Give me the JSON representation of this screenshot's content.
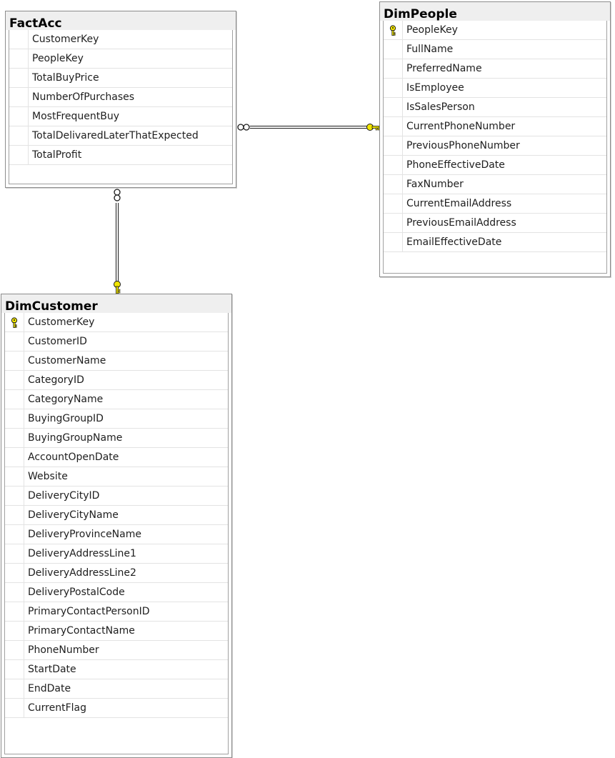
{
  "tables": {
    "factacc": {
      "title": "FactAcc",
      "columns": [
        {
          "name": "CustomerKey",
          "pk": false
        },
        {
          "name": "PeopleKey",
          "pk": false
        },
        {
          "name": "TotalBuyPrice",
          "pk": false
        },
        {
          "name": "NumberOfPurchases",
          "pk": false
        },
        {
          "name": "MostFrequentBuy",
          "pk": false
        },
        {
          "name": "TotalDelivaredLaterThatExpected",
          "pk": false
        },
        {
          "name": "TotalProfit",
          "pk": false
        }
      ]
    },
    "dimpeople": {
      "title": "DimPeople",
      "columns": [
        {
          "name": "PeopleKey",
          "pk": true
        },
        {
          "name": "FullName",
          "pk": false
        },
        {
          "name": "PreferredName",
          "pk": false
        },
        {
          "name": "IsEmployee",
          "pk": false
        },
        {
          "name": "IsSalesPerson",
          "pk": false
        },
        {
          "name": "CurrentPhoneNumber",
          "pk": false
        },
        {
          "name": "PreviousPhoneNumber",
          "pk": false
        },
        {
          "name": "PhoneEffectiveDate",
          "pk": false
        },
        {
          "name": "FaxNumber",
          "pk": false
        },
        {
          "name": "CurrentEmailAddress",
          "pk": false
        },
        {
          "name": "PreviousEmailAddress",
          "pk": false
        },
        {
          "name": "EmailEffectiveDate",
          "pk": false
        }
      ]
    },
    "dimcustomer": {
      "title": "DimCustomer",
      "columns": [
        {
          "name": "CustomerKey",
          "pk": true
        },
        {
          "name": "CustomerID",
          "pk": false
        },
        {
          "name": "CustomerName",
          "pk": false
        },
        {
          "name": "CategoryID",
          "pk": false
        },
        {
          "name": "CategoryName",
          "pk": false
        },
        {
          "name": "BuyingGroupID",
          "pk": false
        },
        {
          "name": "BuyingGroupName",
          "pk": false
        },
        {
          "name": "AccountOpenDate",
          "pk": false
        },
        {
          "name": "Website",
          "pk": false
        },
        {
          "name": "DeliveryCityID",
          "pk": false
        },
        {
          "name": "DeliveryCityName",
          "pk": false
        },
        {
          "name": "DeliveryProvinceName",
          "pk": false
        },
        {
          "name": "DeliveryAddressLine1",
          "pk": false
        },
        {
          "name": "DeliveryAddressLine2",
          "pk": false
        },
        {
          "name": "DeliveryPostalCode",
          "pk": false
        },
        {
          "name": "PrimaryContactPersonID",
          "pk": false
        },
        {
          "name": "PrimaryContactName",
          "pk": false
        },
        {
          "name": "PhoneNumber",
          "pk": false
        },
        {
          "name": "StartDate",
          "pk": false
        },
        {
          "name": "EndDate",
          "pk": false
        },
        {
          "name": "CurrentFlag",
          "pk": false
        }
      ]
    }
  },
  "relationships": [
    {
      "from": "factacc",
      "to": "dimpeople",
      "from_end": "many",
      "to_end": "one"
    },
    {
      "from": "factacc",
      "to": "dimcustomer",
      "from_end": "many",
      "to_end": "one"
    }
  ],
  "colors": {
    "key_icon": "#f2e600",
    "connector": "#1a1a1a",
    "header_bg": "#efefef"
  }
}
